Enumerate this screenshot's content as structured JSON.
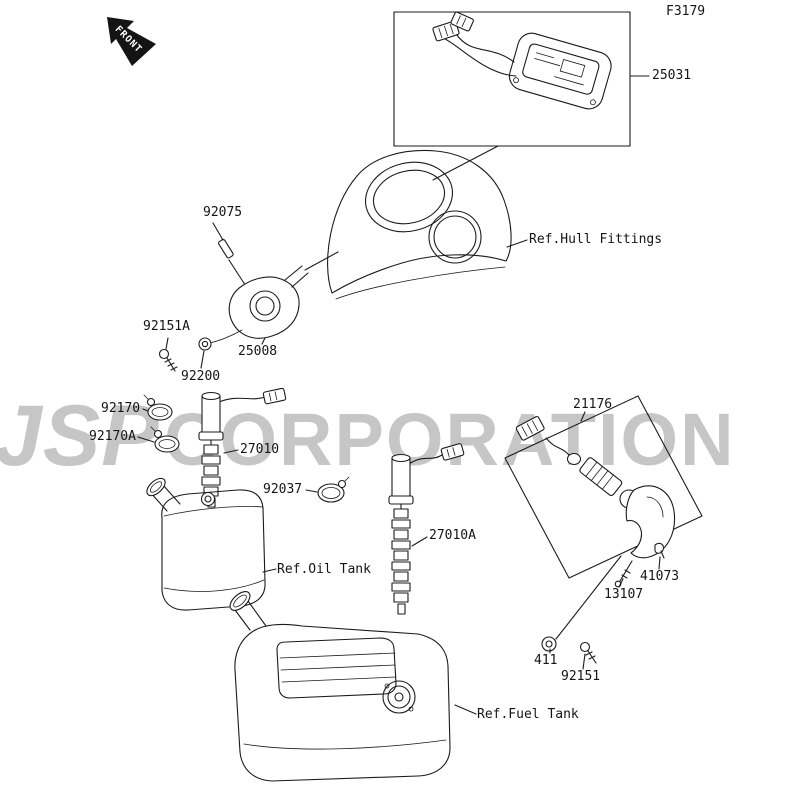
{
  "meta": {
    "figure_code": "F3179",
    "front_label": "FRONT",
    "watermark_word1": "JSP",
    "watermark_word2": "CORPORATION"
  },
  "parts": {
    "p25031": "25031",
    "p92075": "92075",
    "p92151A": "92151A",
    "p25008": "25008",
    "p92200": "92200",
    "p92170": "92170",
    "p92170A": "92170A",
    "p27010": "27010",
    "p92037": "92037",
    "p27010A": "27010A",
    "p21176": "21176",
    "p41073": "41073",
    "p13107": "13107",
    "p411": "411",
    "p92151": "92151"
  },
  "refs": {
    "hull_fittings": "Ref.Hull Fittings",
    "oil_tank": "Ref.Oil Tank",
    "fuel_tank": "Ref.Fuel Tank"
  }
}
